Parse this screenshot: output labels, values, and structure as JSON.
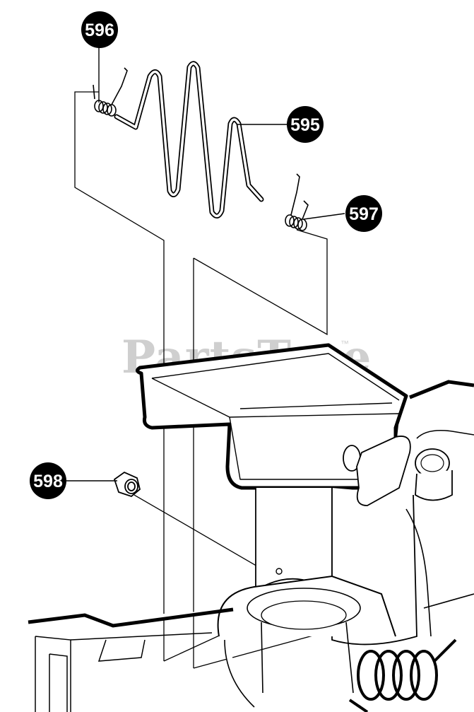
{
  "watermark": {
    "text": "PartsTree",
    "trademark": "™"
  },
  "callouts": [
    {
      "id": "callout-596",
      "label": "596"
    },
    {
      "id": "callout-595",
      "label": "595"
    },
    {
      "id": "callout-597",
      "label": "597"
    },
    {
      "id": "callout-598",
      "label": "598"
    }
  ],
  "colors": {
    "ink": "#000000",
    "paper": "#ffffff",
    "watermark": "#cfcfcf"
  }
}
